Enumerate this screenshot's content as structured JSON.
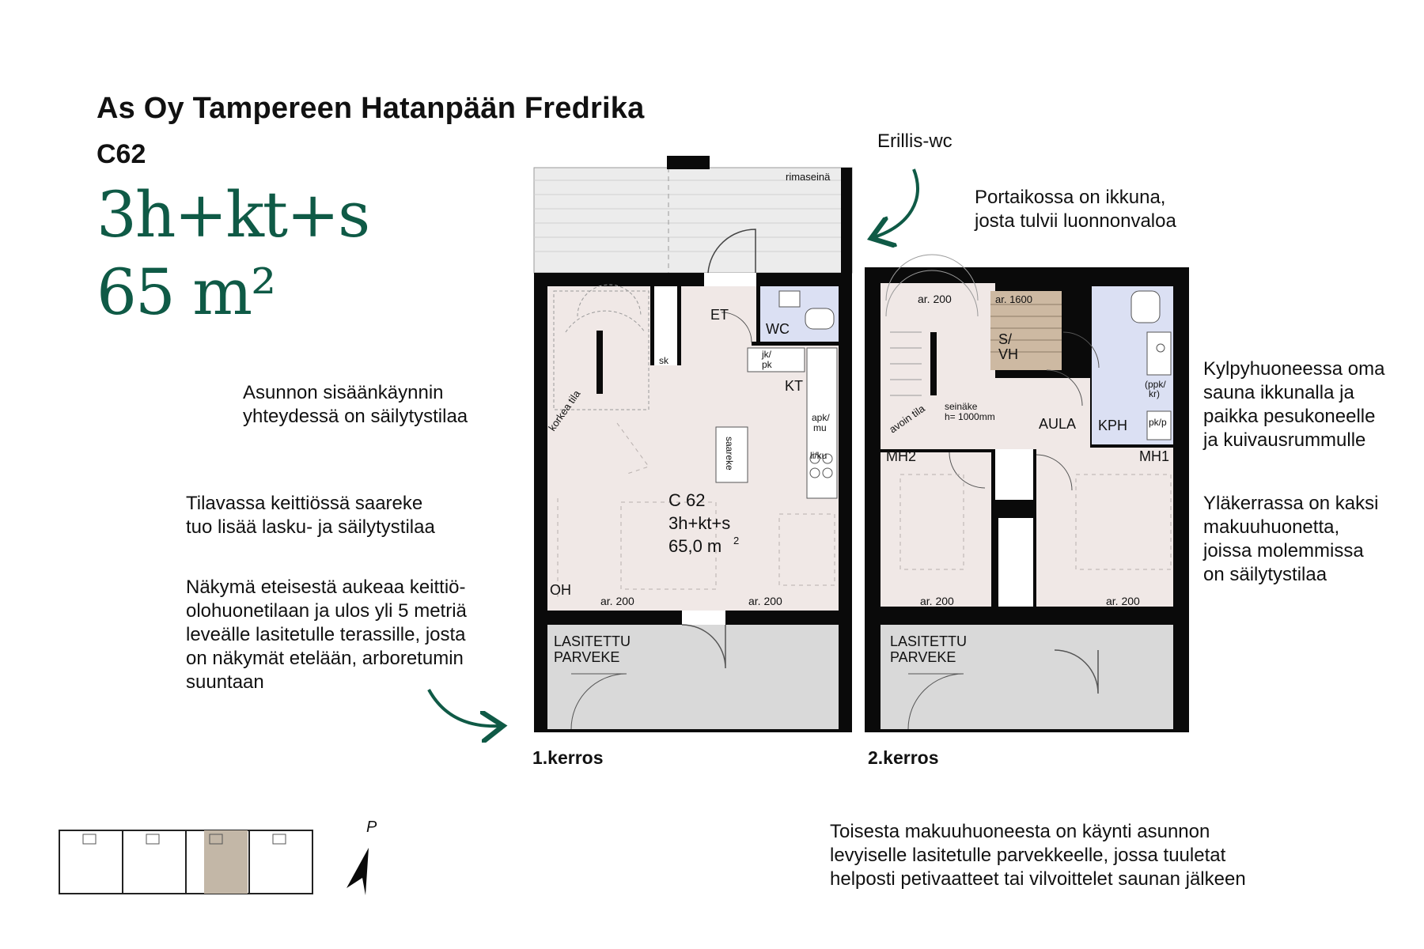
{
  "header": {
    "title": "As Oy Tampereen Hatanpään Fredrika",
    "code": "C62",
    "apartment_type": "3h+kt+s",
    "area": "65 m²"
  },
  "notes": {
    "entrance_storage": "Asunnon sisäänkäynnin\nyhteydessä on säilytystilaa",
    "kitchen_island": "Tilavassa keittiössä saareke\ntuo lisää lasku- ja säilytystilaa",
    "view": "Näkymä eteisestä aukeaa keittiö-\nolohuonetilaan ja ulos yli 5 metriä\nleveälle lasitetulle terassille, josta\non näkymät etelään, arboretumin\nsuuntaan",
    "separate_wc": "Erillis-wc",
    "stair_window": "Portaikossa on ikkuna,\njosta tulvii luonnonvaloa",
    "bathroom": "Kylpyhuoneessa oma\nsauna ikkunalla ja\npaikka pesukoneelle\nja kuivausrummulle",
    "bedrooms": "Yläkerrassa on kaksi\nmakuuhuonetta,\njoissa molemmissa\non säilytystilaa",
    "balcony_access": "Toisesta makuuhuoneesta on käynti asunnon\nlevyiselle lasitetulle parvekkeelle, jossa tuuletat\nhelposti petivaatteet tai vilvoittelet saunan jälkeen"
  },
  "floor1": {
    "label": "1.kerros",
    "rimaseina": "rimaseinä",
    "et": "ET",
    "wc": "WC",
    "sk": "sk",
    "jk": "jk/",
    "pk": "pk",
    "kt": "KT",
    "apk": "apk/",
    "mu": "mu",
    "liku": "li/ku",
    "saareke": "saareke",
    "korkea_tila": "korkea tila",
    "apt_code": "C 62",
    "apt_type": "3h+kt+s",
    "apt_area": "65,0 m",
    "apt_area_sup": "2",
    "oh": "OH",
    "ar_left": "ar. 200",
    "ar_right": "ar. 200",
    "balcony_1": "LASITETTU",
    "balcony_2": "PARVEKE"
  },
  "floor2": {
    "label": "2.kerros",
    "ar_stair": "ar. 200",
    "ar_sauna": "ar. 1600",
    "s_vh_1": "S/",
    "s_vh_2": "VH",
    "avoin_tila": "avoin tila",
    "seinake_1": "seinäke",
    "seinake_2": "h= 1000mm",
    "aula": "AULA",
    "kph": "KPH",
    "ppk_1": "(ppk/",
    "ppk_2": "kr)",
    "pkp": "pk/p",
    "mh2": "MH2",
    "mh1": "MH1",
    "ar_left": "ar. 200",
    "ar_right": "ar. 200",
    "balcony_1": "LASITETTU",
    "balcony_2": "PARVEKE"
  },
  "compass": {
    "north": "P"
  },
  "colors": {
    "accent": "#0f5a46",
    "room": "#f0e8e6",
    "wet_room": "#dbe0f3",
    "sauna": "#cdb9a2",
    "balcony": "#d9d9d9",
    "terrace": "#ececec",
    "wall": "#0a0a0a",
    "highlight_unit": "#c3b7a7"
  }
}
